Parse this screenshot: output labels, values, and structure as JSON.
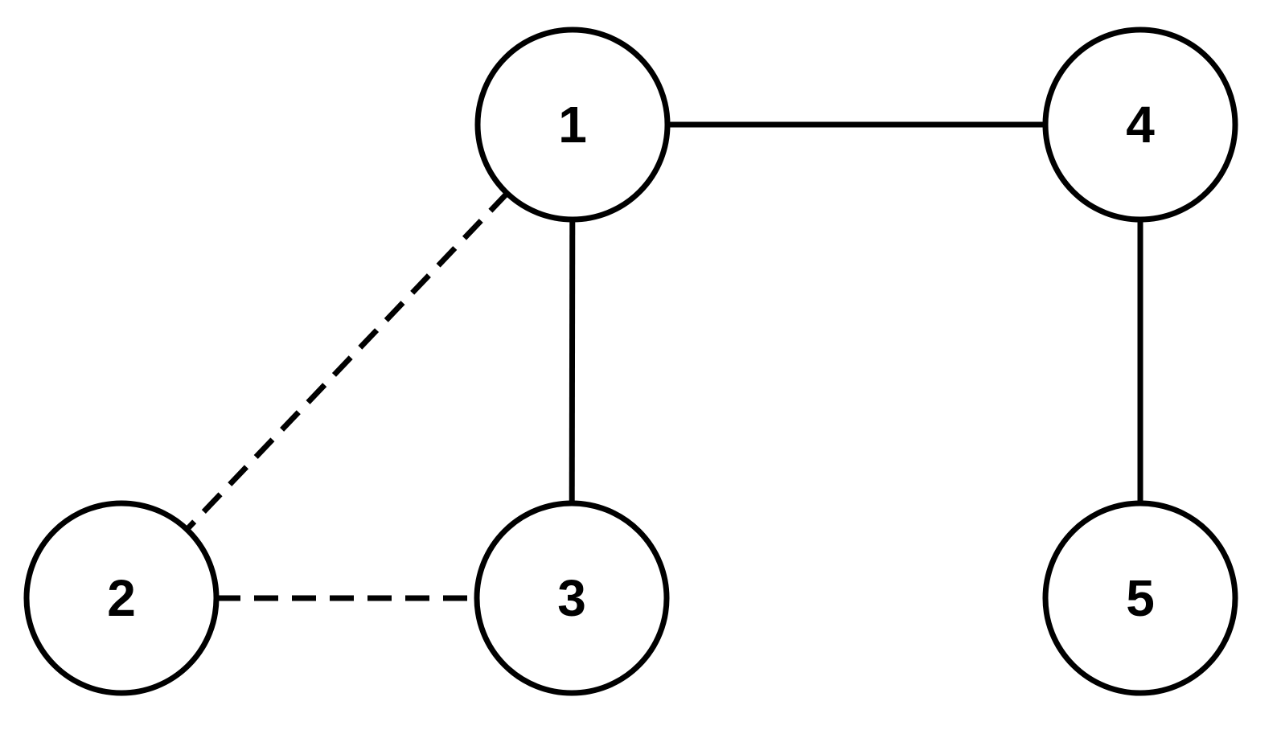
{
  "diagram": {
    "type": "undirected-graph",
    "colors": {
      "stroke": "#000000",
      "node_fill": "#ffffff",
      "text": "#000000",
      "background": "#ffffff"
    },
    "nodes": [
      {
        "id": "1",
        "label": "1"
      },
      {
        "id": "2",
        "label": "2"
      },
      {
        "id": "3",
        "label": "3"
      },
      {
        "id": "4",
        "label": "4"
      },
      {
        "id": "5",
        "label": "5"
      }
    ],
    "edges": [
      {
        "from": "1",
        "to": "4",
        "style": "solid"
      },
      {
        "from": "1",
        "to": "3",
        "style": "solid"
      },
      {
        "from": "4",
        "to": "5",
        "style": "solid"
      },
      {
        "from": "1",
        "to": "2",
        "style": "dashed"
      },
      {
        "from": "2",
        "to": "3",
        "style": "dashed"
      }
    ]
  }
}
